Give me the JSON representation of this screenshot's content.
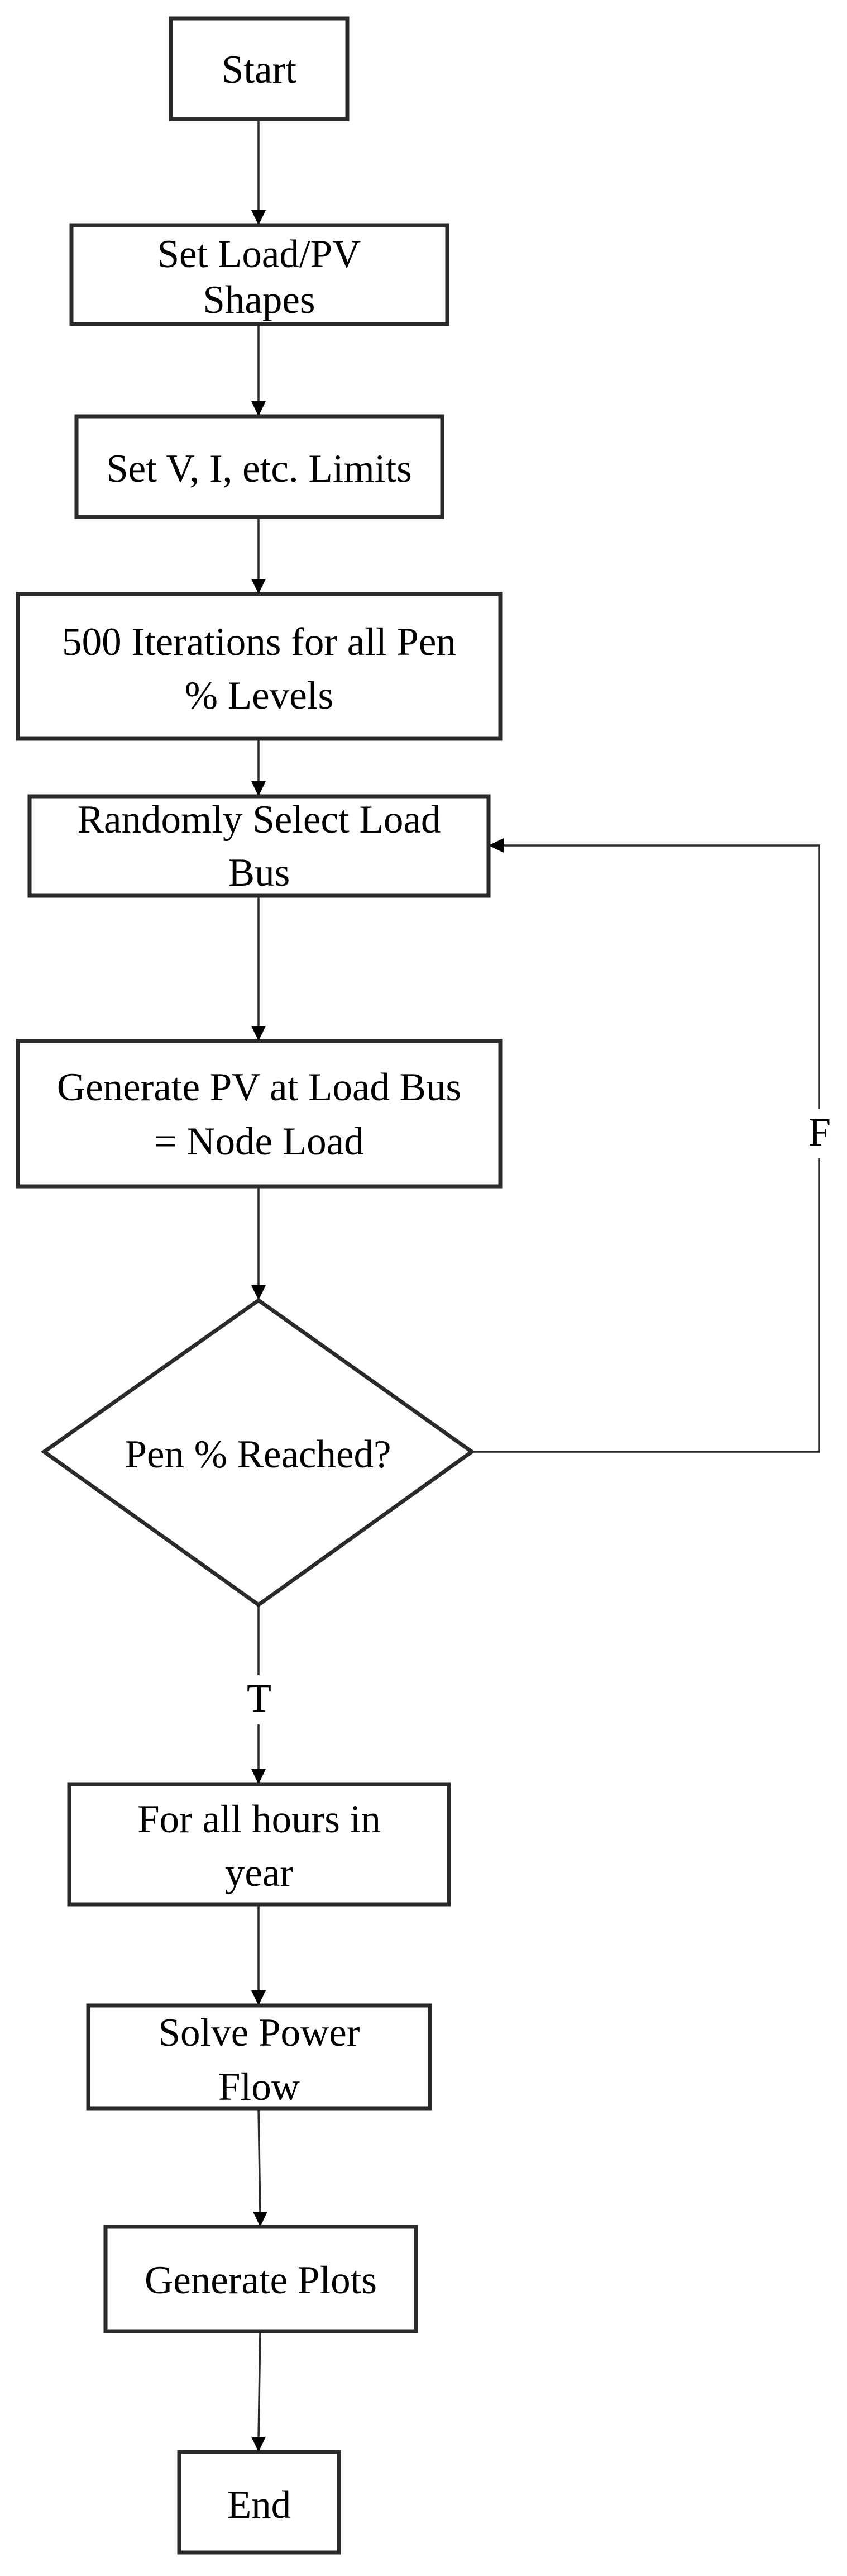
{
  "nodes": {
    "start": [
      "Start"
    ],
    "set_shapes": [
      "Set Load/PV",
      "Shapes"
    ],
    "set_limits": [
      "Set V, I, etc. Limits"
    ],
    "iterations": [
      "500 Iterations for all Pen",
      "% Levels"
    ],
    "select_bus": [
      "Randomly Select Load",
      "Bus"
    ],
    "generate_pv": [
      "Generate PV at Load Bus",
      "= Node Load"
    ],
    "decision": [
      "Pen % Reached?"
    ],
    "all_hours": [
      "For all hours in",
      "year"
    ],
    "solve_flow": [
      "Solve Power",
      "Flow"
    ],
    "generate_plots": [
      "Generate Plots"
    ],
    "end": [
      "End"
    ]
  },
  "edge_labels": {
    "false_branch": "F",
    "true_branch": "T"
  },
  "colors": {
    "stroke": "#2a2a2a",
    "arrow": "#000000",
    "background": "#ffffff"
  }
}
